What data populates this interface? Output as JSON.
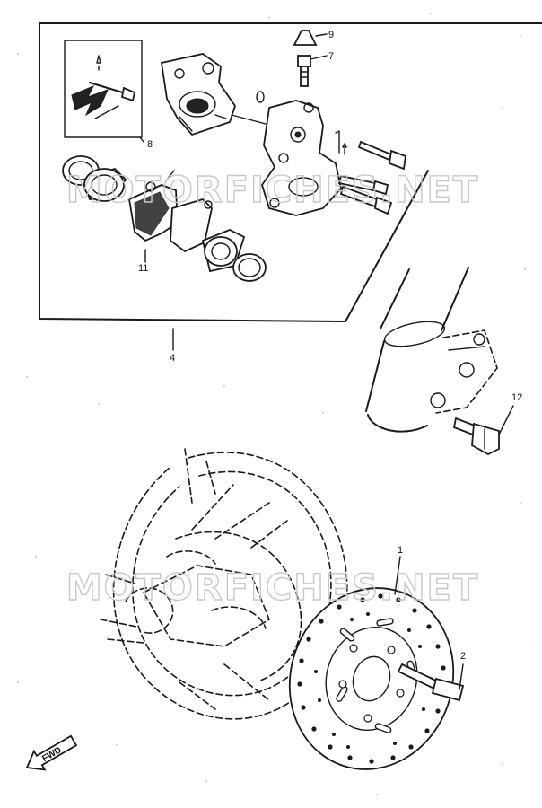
{
  "labels": {
    "c1": "1",
    "c2": "2",
    "c4": "4",
    "c7": "7",
    "c8": "8",
    "c9": "9",
    "c11": "11",
    "c12": "12"
  },
  "watermark": "MOTORFICHES.NET",
  "fwd": "FWD",
  "icons": {
    "direction": "forward-arrow-icon"
  }
}
